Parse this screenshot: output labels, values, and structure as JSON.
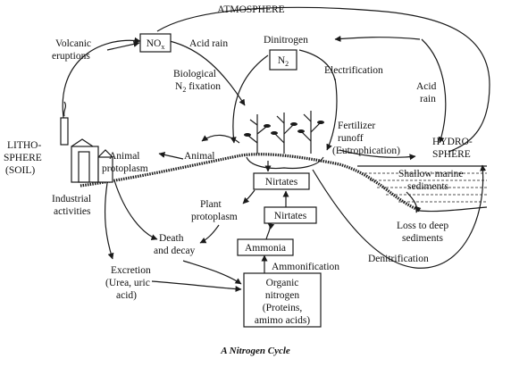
{
  "title": "ATMOSPHERE",
  "caption": "A Nitrogen Cycle",
  "labels": {
    "volcanic_1": "Volcanic",
    "volcanic_2": "eruptions",
    "nox_main": "NO",
    "nox_sub": "x",
    "acid_rain_top": "Acid rain",
    "dinitrogen": "Dinitrogen",
    "n2_main": "N",
    "n2_sub": "2",
    "biological_1": "Biological",
    "biological_2a": "N",
    "biological_2sub": "2",
    "biological_2b": " fixation",
    "electrification": "Electrification",
    "acid_rain_right_1": "Acid",
    "acid_rain_right_2": "rain",
    "fertilizer_1": "Fertilizer",
    "fertilizer_2": "runoff",
    "fertilizer_3": "(Eutrophication)",
    "hydro_1": "HYDRO-",
    "hydro_2": "SPHERE",
    "litho_1": "LITHO-",
    "litho_2": "SPHERE",
    "litho_3": "(SOIL)",
    "industrial_1": "Industrial",
    "industrial_2": "activities",
    "animal_protoplasm_1": "Animal",
    "animal_protoplasm_2": "protoplasm",
    "animal": "Animal",
    "nirtates_top": "Nirtates",
    "nirtates_mid": "Nirtates",
    "plant_protoplasm_1": "Plant",
    "plant_protoplasm_2": "protoplasm",
    "shallow_1": "Shallow marine",
    "shallow_2": "sediments",
    "loss_1": "Loss to deep",
    "loss_2": "sediments",
    "denitrification": "Denitrification",
    "death_1": "Death",
    "death_2": "and decay",
    "ammonia": "Ammonia",
    "ammonification": "Ammonification",
    "excretion_1": "Excretion",
    "excretion_2": "(Urea, uric",
    "excretion_3": "acid)",
    "organic_1": "Organic",
    "organic_2": "nitrogen",
    "organic_3": "(Proteins,",
    "organic_4": "amimo acids)"
  }
}
